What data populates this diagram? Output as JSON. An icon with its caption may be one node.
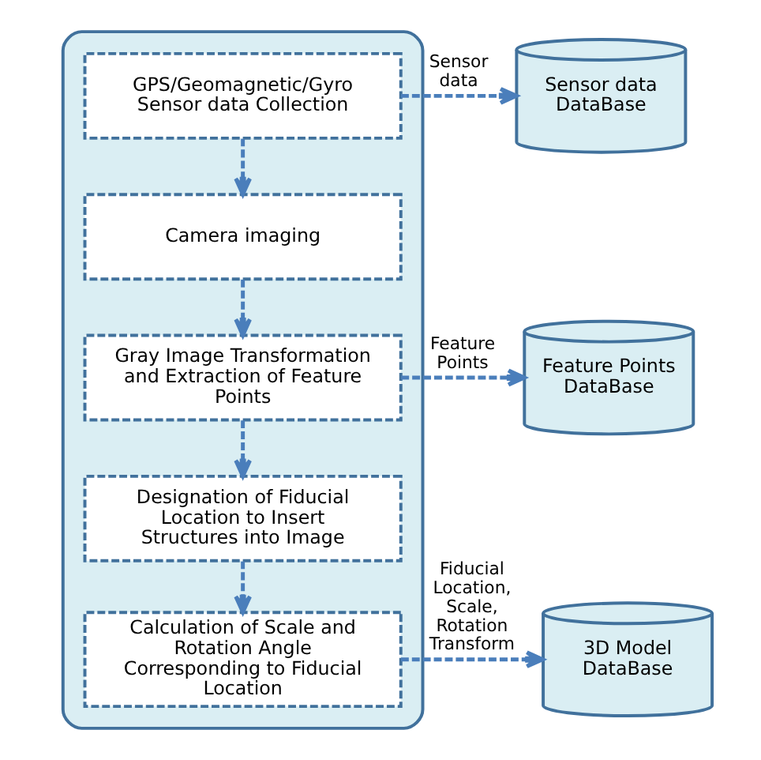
{
  "diagram": {
    "nodes": [
      {
        "text": [],
        "shape": "box"
      },
      {
        "text": [
          "GPS/Geomagnetic/Gyro Sensor data Collection"
        ],
        "in": 0
      },
      {
        "text": [
          "Camera imaging"
        ],
        "in": 0
      },
      {
        "text": [
          "Gray Image Transformation and Extraction of Feature Points"
        ],
        "in": 0
      },
      {
        "text": [
          "Designation of Fiducial Location to Insert Structures into Image"
        ],
        "in": 0
      },
      {
        "text": [
          "Calculation of Scale and Rotation Angle Corresponding to Fiducial Location"
        ],
        "in": 0
      },
      {
        "text": [
          "Sensor data DataBase"
        ]
      },
      {
        "text": [
          "Feature Points DataBase"
        ]
      },
      {
        "text": [
          "3D Model DataBase"
        ]
      }
    ],
    "edges": [
      {
        "from": 1,
        "to": 2,
        "arrow": "to",
        "style": "dashed"
      },
      {
        "from": 2,
        "to": 3,
        "arrow": "to",
        "style": "dashed"
      },
      {
        "from": 3,
        "to": 4,
        "arrow": "to",
        "style": "dashed"
      },
      {
        "from": 4,
        "to": 5,
        "arrow": "to",
        "style": "dashed"
      },
      {
        "from": 1,
        "to": 6,
        "arrow": "to",
        "style": "dashed",
        "label": "Sensor data"
      },
      {
        "from": 3,
        "to": 7,
        "arrow": "to",
        "style": "dashed",
        "label": "Feature Points"
      },
      {
        "from": 5,
        "to": 8,
        "arrow": "to",
        "style": "dashed",
        "label": "Fiducial Location, Scale, Rotation Transform"
      }
    ]
  }
}
